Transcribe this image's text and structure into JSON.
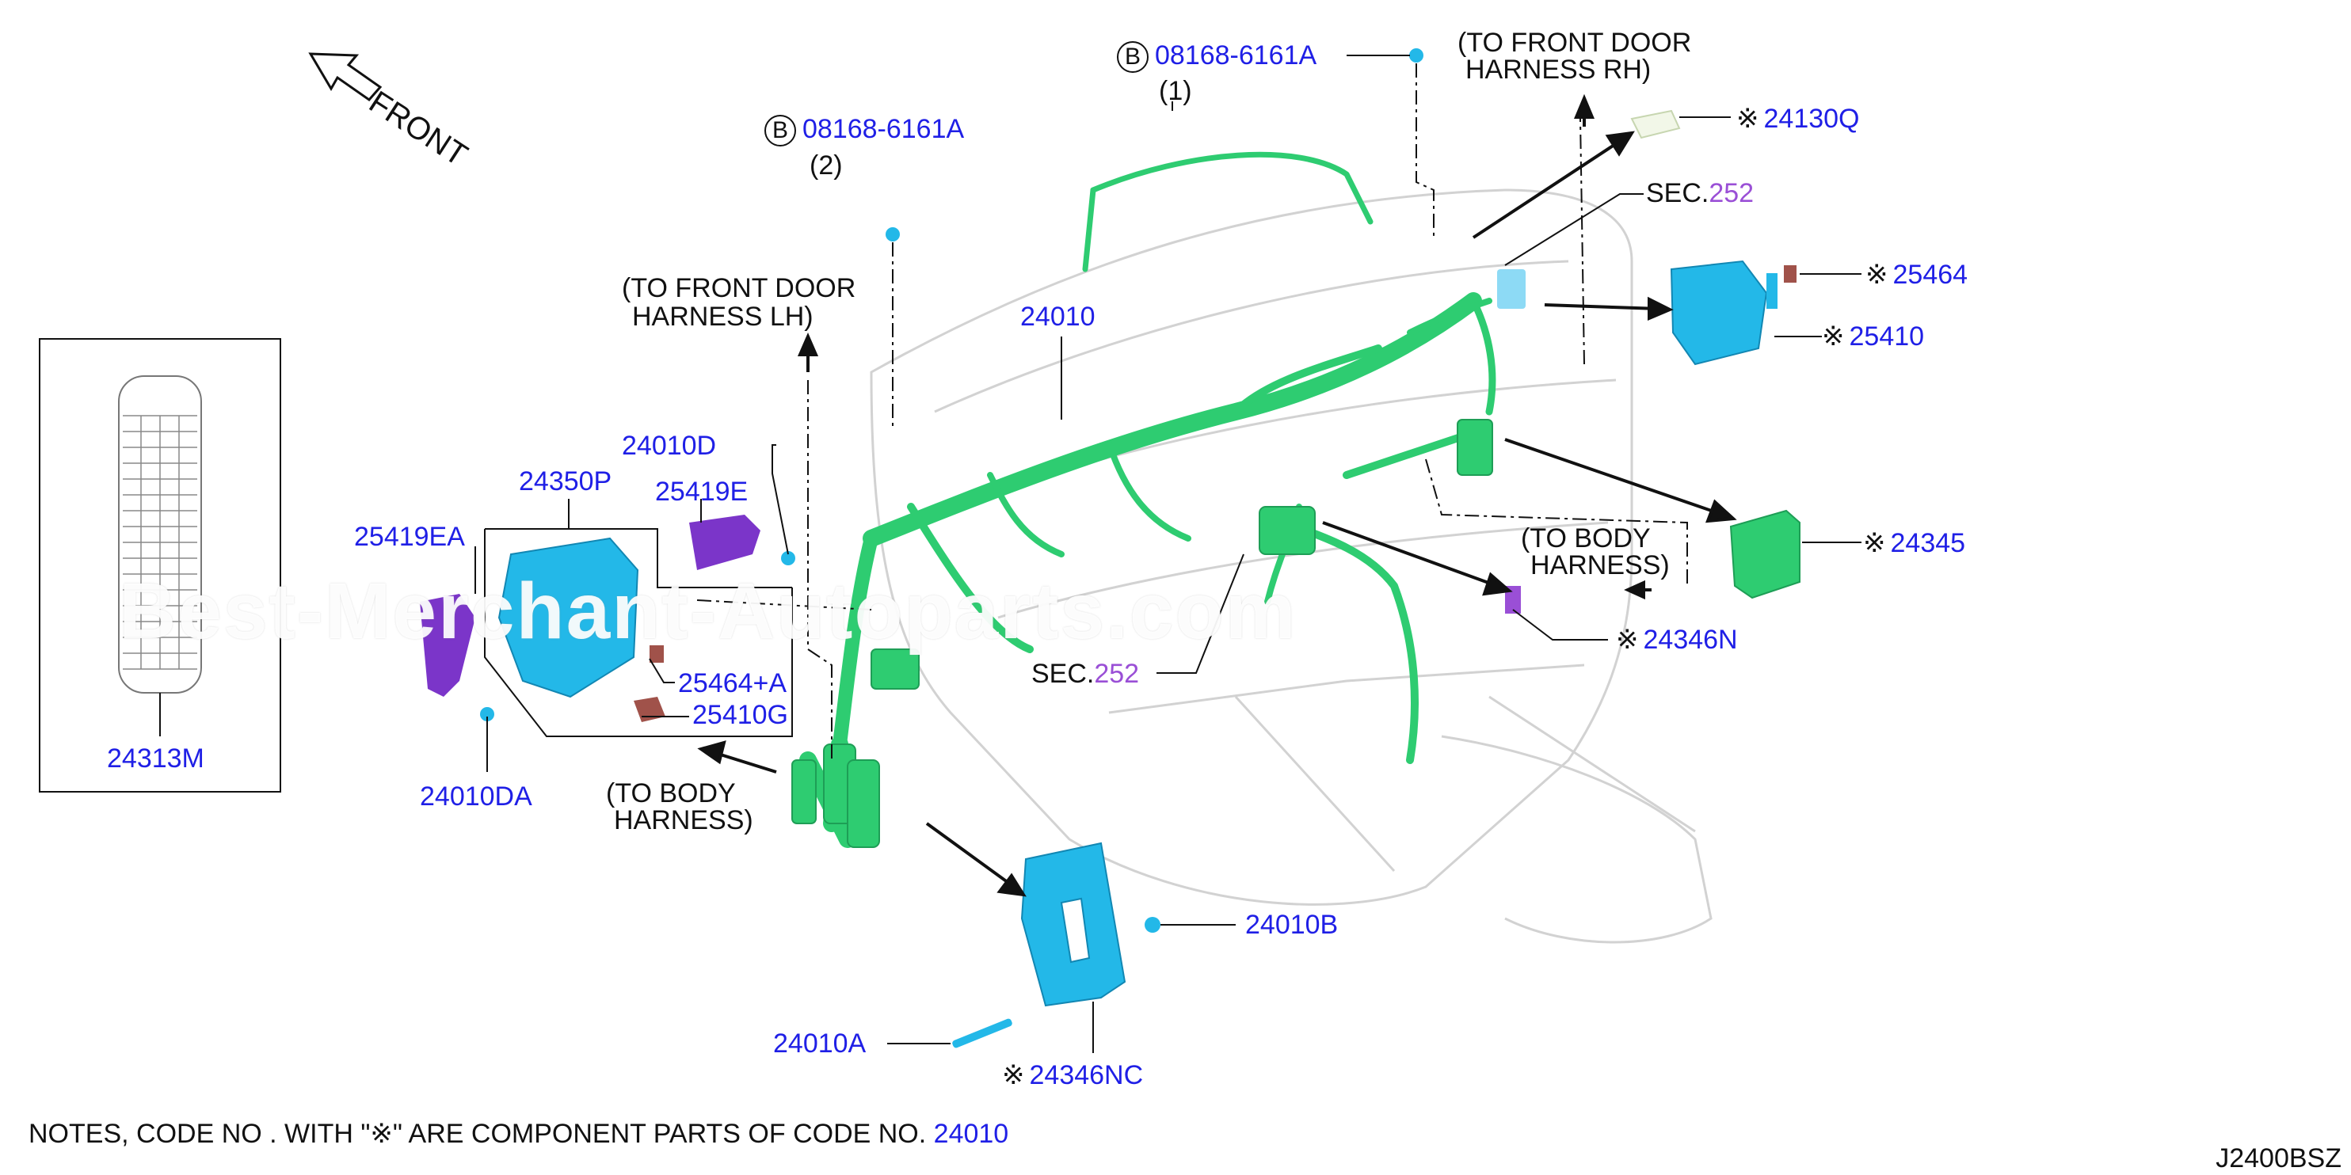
{
  "direction": {
    "label": "FRONT"
  },
  "bolt_b": {
    "circle_letter": "B",
    "part": "08168-6161A",
    "qty_right": "(1)",
    "qty_left": "(2)"
  },
  "notes": {
    "to_front_door_rh": [
      "(TO FRONT DOOR",
      "HARNESS RH)"
    ],
    "to_front_door_lh": [
      "(TO FRONT DOOR",
      "HARNESS LH)"
    ],
    "to_body_harness": [
      "(TO BODY",
      "HARNESS)"
    ]
  },
  "sec": {
    "prefix": "SEC.",
    "number": "252"
  },
  "parts": {
    "p24130Q": "24130Q",
    "p25464": "25464",
    "p25410": "25410",
    "p24010": "24010",
    "p24010D": "24010D",
    "p24350P": "24350P",
    "p25419E": "25419E",
    "p25419EA": "25419EA",
    "p25464A": "25464+A",
    "p25410G": "25410G",
    "p24010DA": "24010DA",
    "p24345": "24345",
    "p24346N": "24346N",
    "p24010B": "24010B",
    "p24010A": "24010A",
    "p24346NC": "24346NC",
    "p24313M": "24313M"
  },
  "component_mark": "※",
  "footer": {
    "note_prefix": "NOTES, CODE NO  . WITH  \"",
    "note_mark": "※",
    "note_suffix": "\" ARE COMPONENT PARTS OF CODE NO.",
    "note_code": "24010",
    "diagram_code": "J2400BSZ"
  },
  "watermark": "Best-Merchant-Autoparts.com",
  "colors": {
    "part_blue": "#1f1fe6",
    "sec_purple": "#9a4fd6",
    "harness_green": "#2ecc71",
    "module_cyan": "#23b8e8",
    "bracket_purple": "#7b35c9",
    "connector_brown": "#a0524a"
  }
}
